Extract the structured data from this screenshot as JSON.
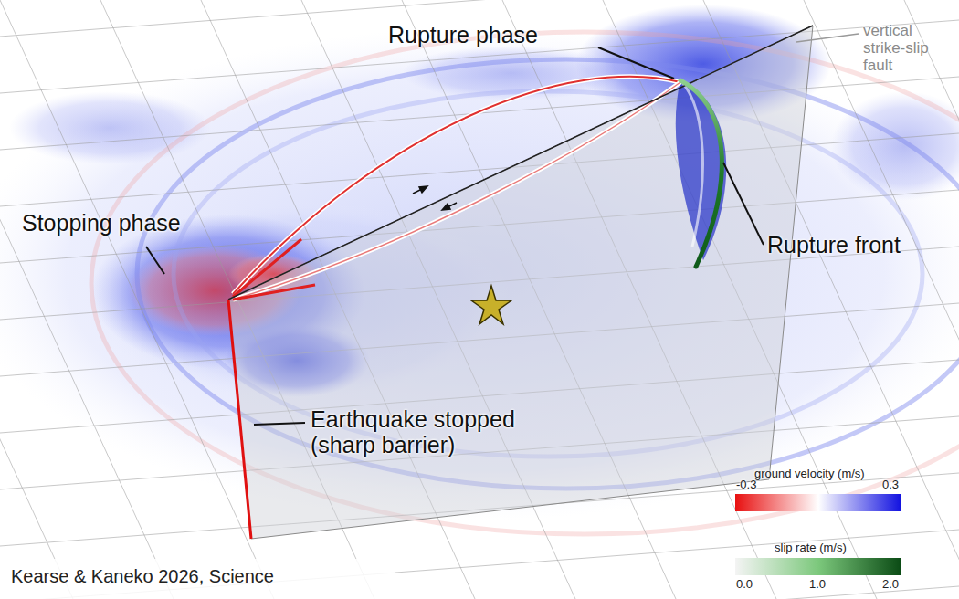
{
  "diagram": {
    "labels": [
      "Rupture phase",
      "vertical strike-slip fault",
      "Stopping phase",
      "Rupture front",
      "Earthquake stopped (sharp barrier)",
      "ground velocity (m/s)",
      "-0.3",
      "0.3",
      "slip rate (m/s)",
      "0.0",
      "1.0",
      "2.0",
      "Kearse & Kaneko 2026, Science"
    ]
  }
}
